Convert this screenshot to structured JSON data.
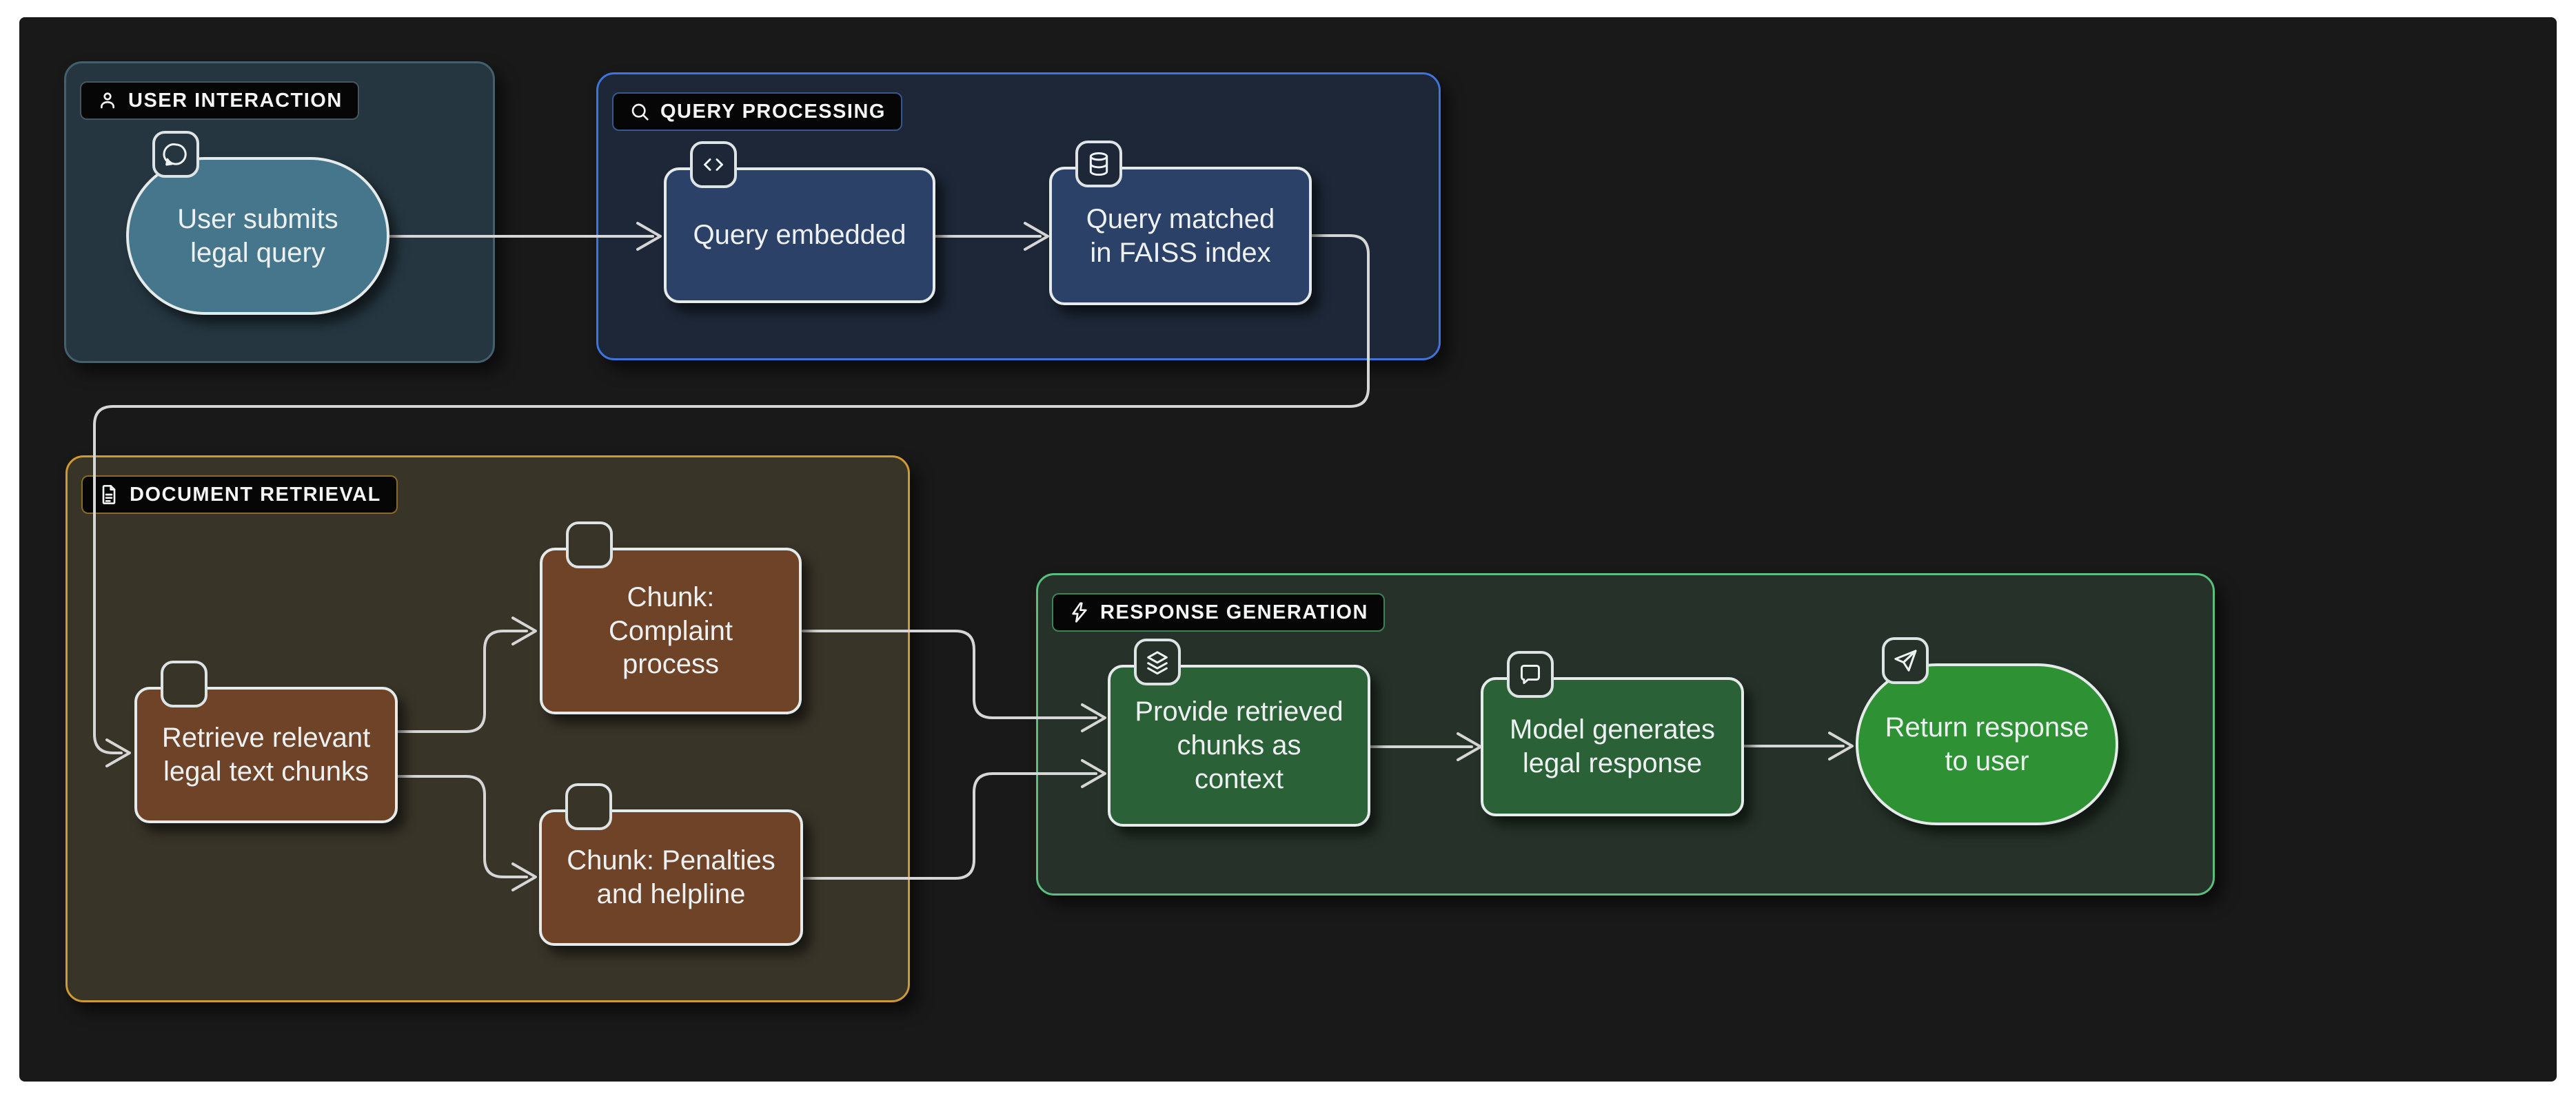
{
  "diagram": {
    "title": "Legal RAG pipeline flowchart",
    "colors": {
      "page_background": "#ffffff",
      "canvas_background": "#191919",
      "edge": "#d6d6d6",
      "node_border": "#e5eaeb",
      "node_text": "#eef1f1",
      "teal_node": "#45768b",
      "navy_node": "#2b4167",
      "brown_node": "#6f4327",
      "green_node": "#2b6137",
      "bright_green_node": "#2e9134",
      "user_group_border": "#43606c",
      "query_group_border": "#3d74dd",
      "document_group_border": "#d09a33",
      "response_group_border": "#57c07e"
    }
  },
  "groups": [
    {
      "label": "USER INTERACTION",
      "icon": "user-icon"
    },
    {
      "label": "QUERY PROCESSING",
      "icon": "search-icon"
    },
    {
      "label": "DOCUMENT RETRIEVAL",
      "icon": "document-icon"
    },
    {
      "label": "RESPONSE GENERATION",
      "icon": "lightning-icon"
    }
  ],
  "nodes": [
    {
      "label": "User submits\nlegal query",
      "icon": "chat-bubble-icon"
    },
    {
      "label": "Query embedded",
      "icon": "code-icon"
    },
    {
      "label": "Query matched\nin FAISS index",
      "icon": "database-icon"
    },
    {
      "label": "Retrieve relevant\nlegal text chunks",
      "icon": "file-text-icon"
    },
    {
      "label": "Chunk:\nComplaint\nprocess",
      "icon": "file-text-icon"
    },
    {
      "label": "Chunk: Penalties\nand helpline",
      "icon": "file-text-icon"
    },
    {
      "label": "Provide retrieved\nchunks as\ncontext",
      "icon": "layers-icon"
    },
    {
      "label": "Model generates\nlegal response",
      "icon": "message-square-icon"
    },
    {
      "label": "Return response\nto user",
      "icon": "send-icon"
    }
  ]
}
